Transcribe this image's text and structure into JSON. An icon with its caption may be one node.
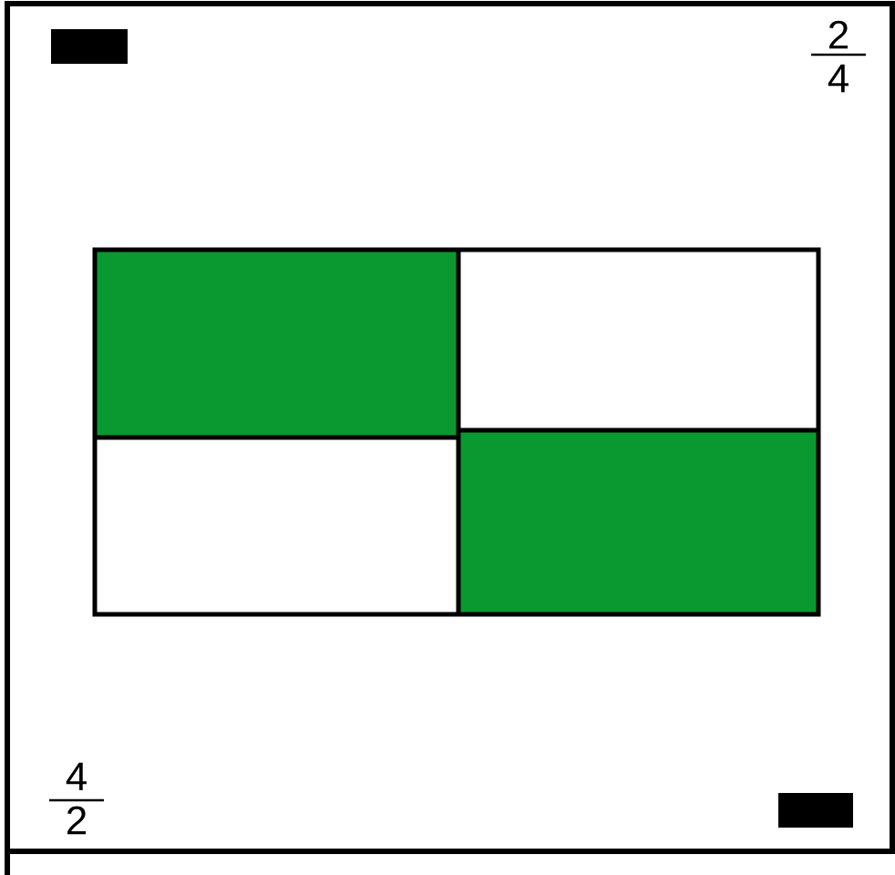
{
  "diagram": {
    "labels": [
      "2",
      "4",
      "2",
      "4"
    ]
  }
}
